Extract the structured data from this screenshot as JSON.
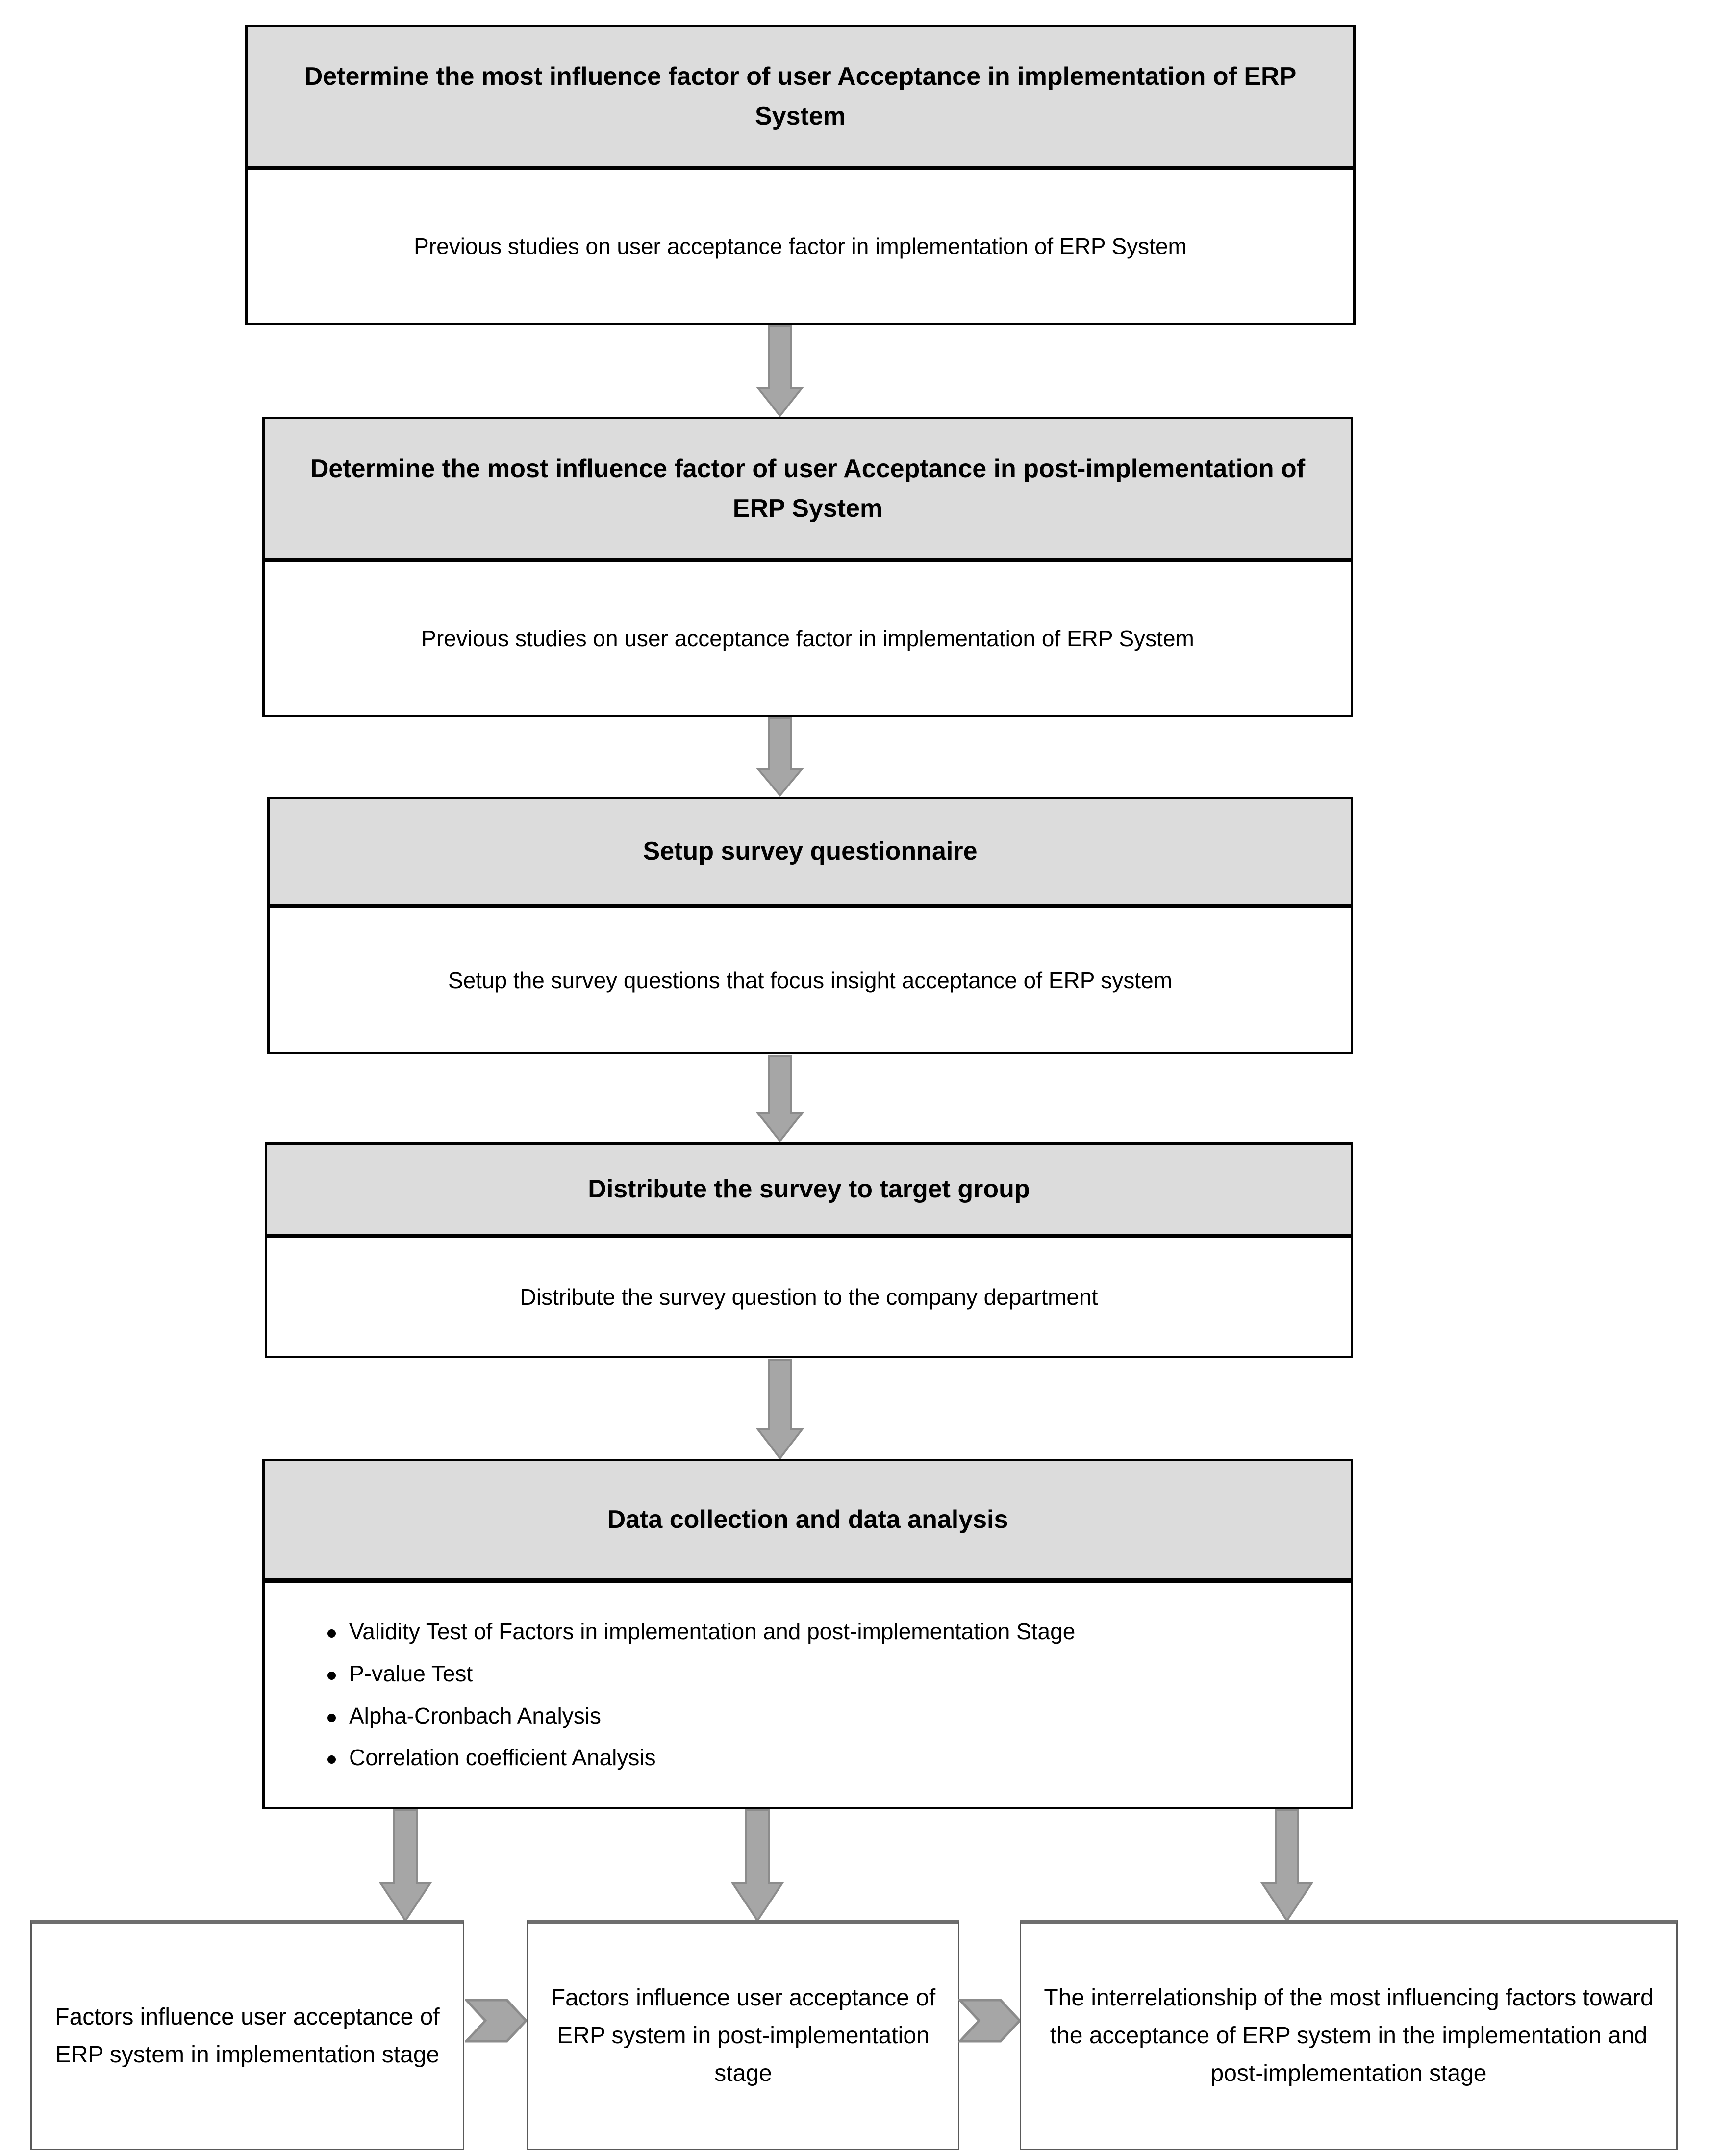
{
  "diagram": {
    "title": "Research methodology flowchart for ERP system user acceptance study",
    "colors": {
      "header_fill": "#DCDCDC",
      "box_border": "#000000",
      "arrow_fill": "#A6A6A6",
      "arrow_stroke": "#808080",
      "outcome_border": "#595959",
      "page_background": "#FFFFFF"
    },
    "steps": [
      {
        "id": "step-1",
        "header": "Determine the most influence factor of user Acceptance in implementation of ERP System",
        "body": "Previous studies on user acceptance factor in implementation of ERP System"
      },
      {
        "id": "step-2",
        "header": "Determine the most influence factor of user Acceptance in post-implementation of ERP System",
        "body": "Previous studies on user acceptance factor in implementation of ERP System"
      },
      {
        "id": "step-3",
        "header": "Setup survey questionnaire",
        "body": "Setup the survey questions that focus insight acceptance of ERP system"
      },
      {
        "id": "step-4",
        "header": "Distribute the survey to target group",
        "body": "Distribute the survey question to the company department"
      },
      {
        "id": "step-5",
        "header": "Data collection and data analysis",
        "bullets": [
          "Validity Test of Factors in implementation and post-implementation Stage",
          "P-value Test",
          "Alpha-Cronbach Analysis",
          "Correlation coefficient Analysis"
        ]
      }
    ],
    "outcomes": [
      {
        "id": "outcome-1",
        "text": "Factors influence user acceptance of ERP system in implementation stage"
      },
      {
        "id": "outcome-2",
        "text": "Factors influence user acceptance of ERP system in post-implementation stage"
      },
      {
        "id": "outcome-3",
        "text": "The interrelationship of the most influencing factors toward the acceptance of ERP system in the implementation and post-implementation stage"
      }
    ],
    "connectors": {
      "vertical_count": 7,
      "horizontal_count": 2,
      "vertical_label": "down-arrow",
      "horizontal_label": "right-chevron-arrow"
    }
  }
}
